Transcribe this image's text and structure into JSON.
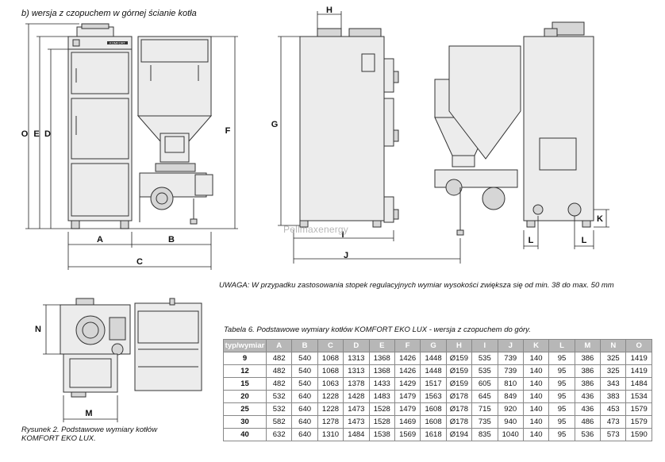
{
  "header": "b) wersja z czopuchem w górnej ścianie kotła",
  "note": "UWAGA: W przypadku zastosowania stopek regulacyjnych wymiar wysokości zwiększa się od min. 38 do max. 50 mm",
  "table_caption": "Tabela 6. Podstawowe wymiary kotłów KOMFORT EKO LUX - wersja z czopuchem do góry.",
  "figure_caption": [
    "Rysunek 2. Podstawowe wymiary kotłów",
    "KOMFORT EKO LUX."
  ],
  "watermark": "Pellmaxenergy",
  "nameplate": "KOMFORT",
  "dimension_labels": {
    "a": "A",
    "b": "B",
    "c": "C",
    "d": "D",
    "e": "E",
    "f": "F",
    "g": "G",
    "h": "H",
    "i": "I",
    "j": "J",
    "k": "K",
    "l": "L",
    "m": "M",
    "n": "N",
    "o": "O"
  },
  "table": {
    "headers": [
      "typ/wymiar",
      "A",
      "B",
      "C",
      "D",
      "E",
      "F",
      "G",
      "H",
      "I",
      "J",
      "K",
      "L",
      "M",
      "N",
      "O"
    ],
    "rows": [
      [
        "9",
        "482",
        "540",
        "1068",
        "1313",
        "1368",
        "1426",
        "1448",
        "Ø159",
        "535",
        "739",
        "140",
        "95",
        "386",
        "325",
        "1419"
      ],
      [
        "12",
        "482",
        "540",
        "1068",
        "1313",
        "1368",
        "1426",
        "1448",
        "Ø159",
        "535",
        "739",
        "140",
        "95",
        "386",
        "325",
        "1419"
      ],
      [
        "15",
        "482",
        "540",
        "1063",
        "1378",
        "1433",
        "1429",
        "1517",
        "Ø159",
        "605",
        "810",
        "140",
        "95",
        "386",
        "343",
        "1484"
      ],
      [
        "20",
        "532",
        "640",
        "1228",
        "1428",
        "1483",
        "1479",
        "1563",
        "Ø178",
        "645",
        "849",
        "140",
        "95",
        "436",
        "383",
        "1534"
      ],
      [
        "25",
        "532",
        "640",
        "1228",
        "1473",
        "1528",
        "1479",
        "1608",
        "Ø178",
        "715",
        "920",
        "140",
        "95",
        "436",
        "453",
        "1579"
      ],
      [
        "30",
        "582",
        "640",
        "1278",
        "1473",
        "1528",
        "1469",
        "1608",
        "Ø178",
        "735",
        "940",
        "140",
        "95",
        "486",
        "473",
        "1579"
      ],
      [
        "40",
        "632",
        "640",
        "1310",
        "1484",
        "1538",
        "1569",
        "1618",
        "Ø194",
        "835",
        "1040",
        "140",
        "95",
        "536",
        "573",
        "1590"
      ]
    ]
  }
}
